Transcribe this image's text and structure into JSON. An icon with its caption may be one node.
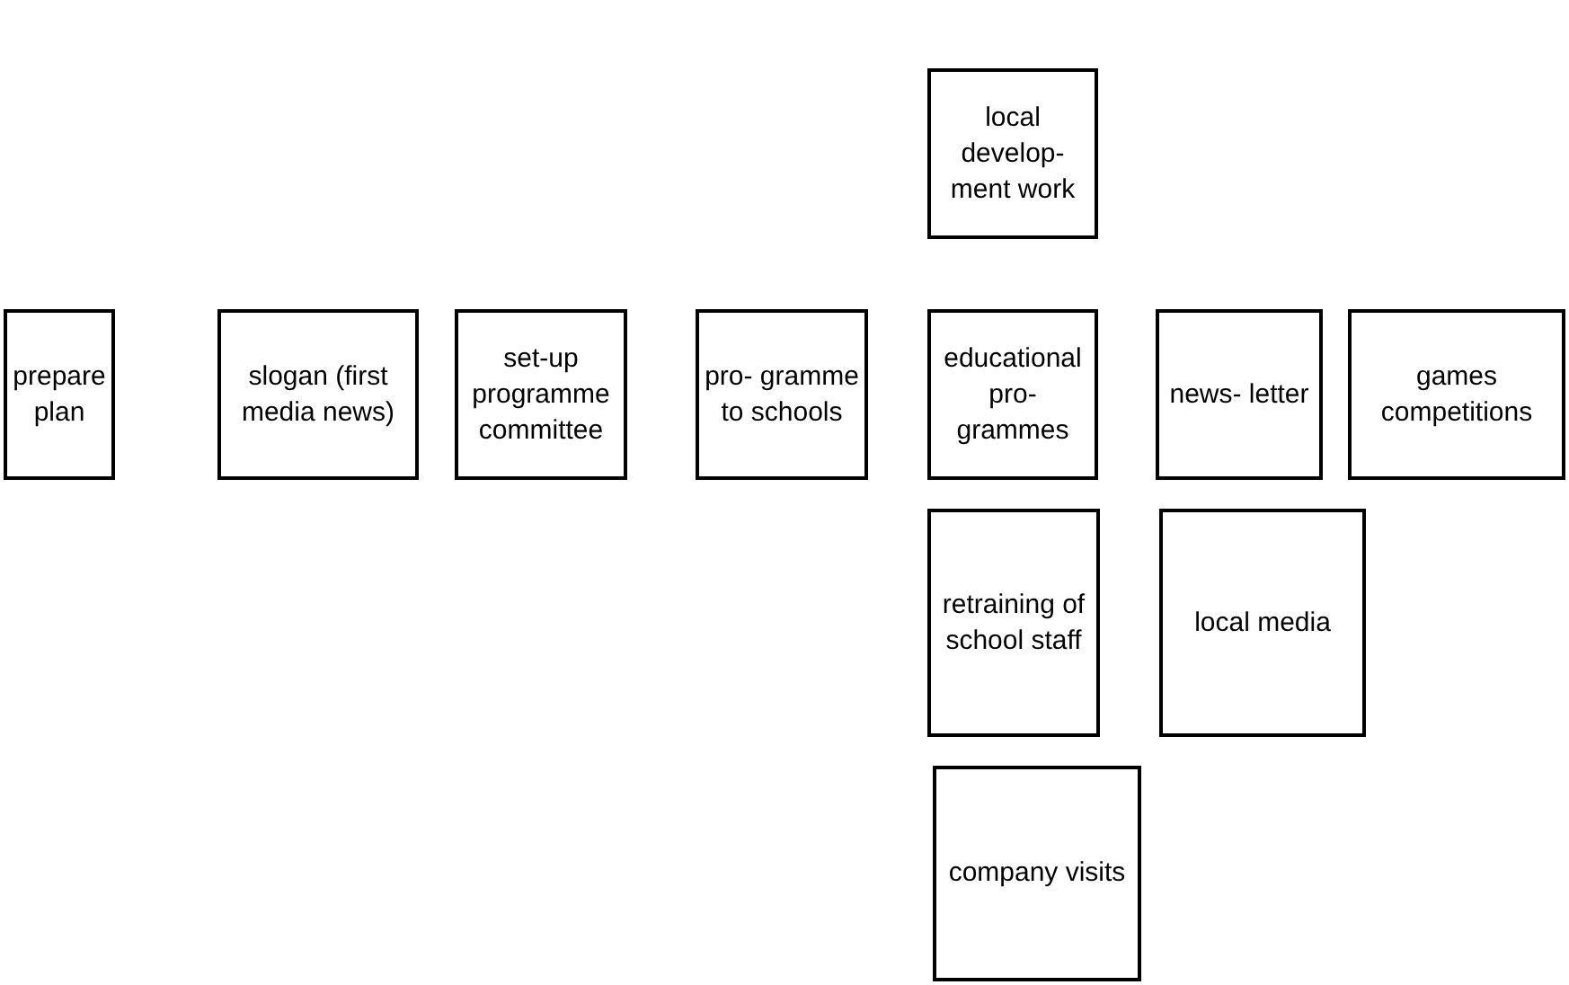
{
  "diagram": {
    "nodes": [
      {
        "text": [
          "prepare plan"
        ]
      },
      {
        "text": [
          "slogan (first media news)"
        ]
      },
      {
        "text": [
          "set-up programme committee"
        ]
      },
      {
        "text": [
          "pro- gramme to schools"
        ]
      },
      {
        "text": [
          "local develop- ment work"
        ]
      },
      {
        "text": [
          "educational pro- grammes"
        ]
      },
      {
        "text": [
          "news- letter"
        ]
      },
      {
        "text": [
          "games competitions"
        ]
      },
      {
        "text": [
          "retraining of school staff"
        ]
      },
      {
        "text": [
          "local media"
        ]
      },
      {
        "text": [
          "company visits"
        ]
      }
    ],
    "edges": []
  }
}
